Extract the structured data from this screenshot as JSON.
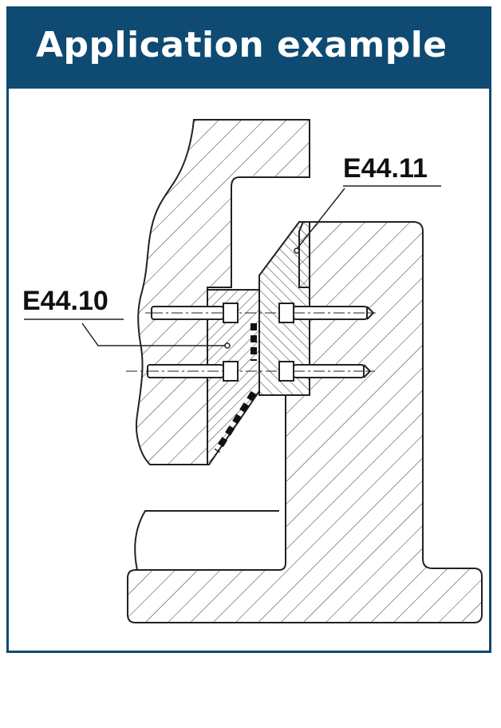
{
  "header": {
    "title": "Application example",
    "background_color": "#0f4a72",
    "text_color": "#ffffff"
  },
  "diagram": {
    "labels": {
      "part_a": "E44.11",
      "part_b": "E44.10"
    },
    "line_color": "#222222",
    "hatch": "diagonal"
  }
}
